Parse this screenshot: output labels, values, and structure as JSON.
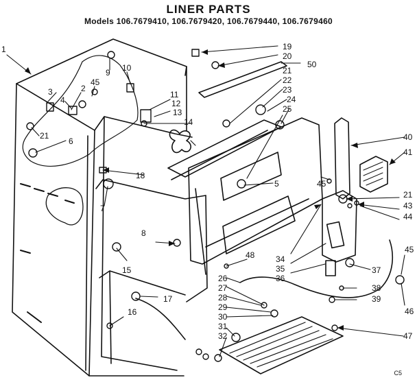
{
  "header": {
    "title": "LINER PARTS",
    "models": "Models 106.7679410, 106.7679420, 106.7679440, 106.7679460"
  },
  "callouts": [
    "1",
    "2",
    "3",
    "4",
    "45",
    "9",
    "10",
    "6",
    "21",
    "11",
    "12",
    "13",
    "14",
    "18",
    "8",
    "15",
    "17",
    "16",
    "7",
    "19",
    "20",
    "50",
    "21",
    "22",
    "23",
    "24",
    "25",
    "40",
    "41",
    "5",
    "45",
    "21",
    "43",
    "44",
    "34",
    "35",
    "36",
    "37",
    "38",
    "39",
    "45",
    "46",
    "47",
    "48",
    "26",
    "27",
    "28",
    "29",
    "30",
    "31",
    "32"
  ],
  "footer_code": "C5"
}
